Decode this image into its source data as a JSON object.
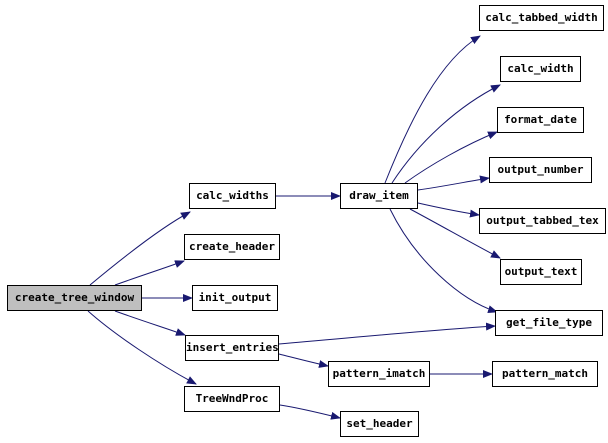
{
  "graph": {
    "root": "create_tree_window",
    "colors": {
      "edge": "#191970",
      "node_border": "#000000",
      "root_fill": "#bfbfbf",
      "node_fill": "#ffffff"
    },
    "nodes": {
      "create_tree_window": "create_tree_window",
      "calc_widths": "calc_widths",
      "create_header": "create_header",
      "init_output": "init_output",
      "insert_entries": "insert_entries",
      "TreeWndProc": "TreeWndProc",
      "draw_item": "draw_item",
      "pattern_imatch": "pattern_imatch",
      "set_header": "set_header",
      "calc_tabbed_width": "calc_tabbed_width",
      "calc_width": "calc_width",
      "format_date": "format_date",
      "output_number": "output_number",
      "output_tabbed_text": "output_tabbed_tex",
      "output_text": "output_text",
      "get_file_type": "get_file_type",
      "pattern_match": "pattern_match"
    },
    "edges": [
      [
        "create_tree_window",
        "calc_widths"
      ],
      [
        "create_tree_window",
        "create_header"
      ],
      [
        "create_tree_window",
        "init_output"
      ],
      [
        "create_tree_window",
        "insert_entries"
      ],
      [
        "create_tree_window",
        "TreeWndProc"
      ],
      [
        "calc_widths",
        "draw_item"
      ],
      [
        "draw_item",
        "calc_tabbed_width"
      ],
      [
        "draw_item",
        "calc_width"
      ],
      [
        "draw_item",
        "format_date"
      ],
      [
        "draw_item",
        "output_number"
      ],
      [
        "draw_item",
        "output_tabbed_text"
      ],
      [
        "draw_item",
        "output_text"
      ],
      [
        "draw_item",
        "get_file_type"
      ],
      [
        "insert_entries",
        "get_file_type"
      ],
      [
        "insert_entries",
        "pattern_imatch"
      ],
      [
        "pattern_imatch",
        "pattern_match"
      ],
      [
        "TreeWndProc",
        "set_header"
      ]
    ]
  }
}
